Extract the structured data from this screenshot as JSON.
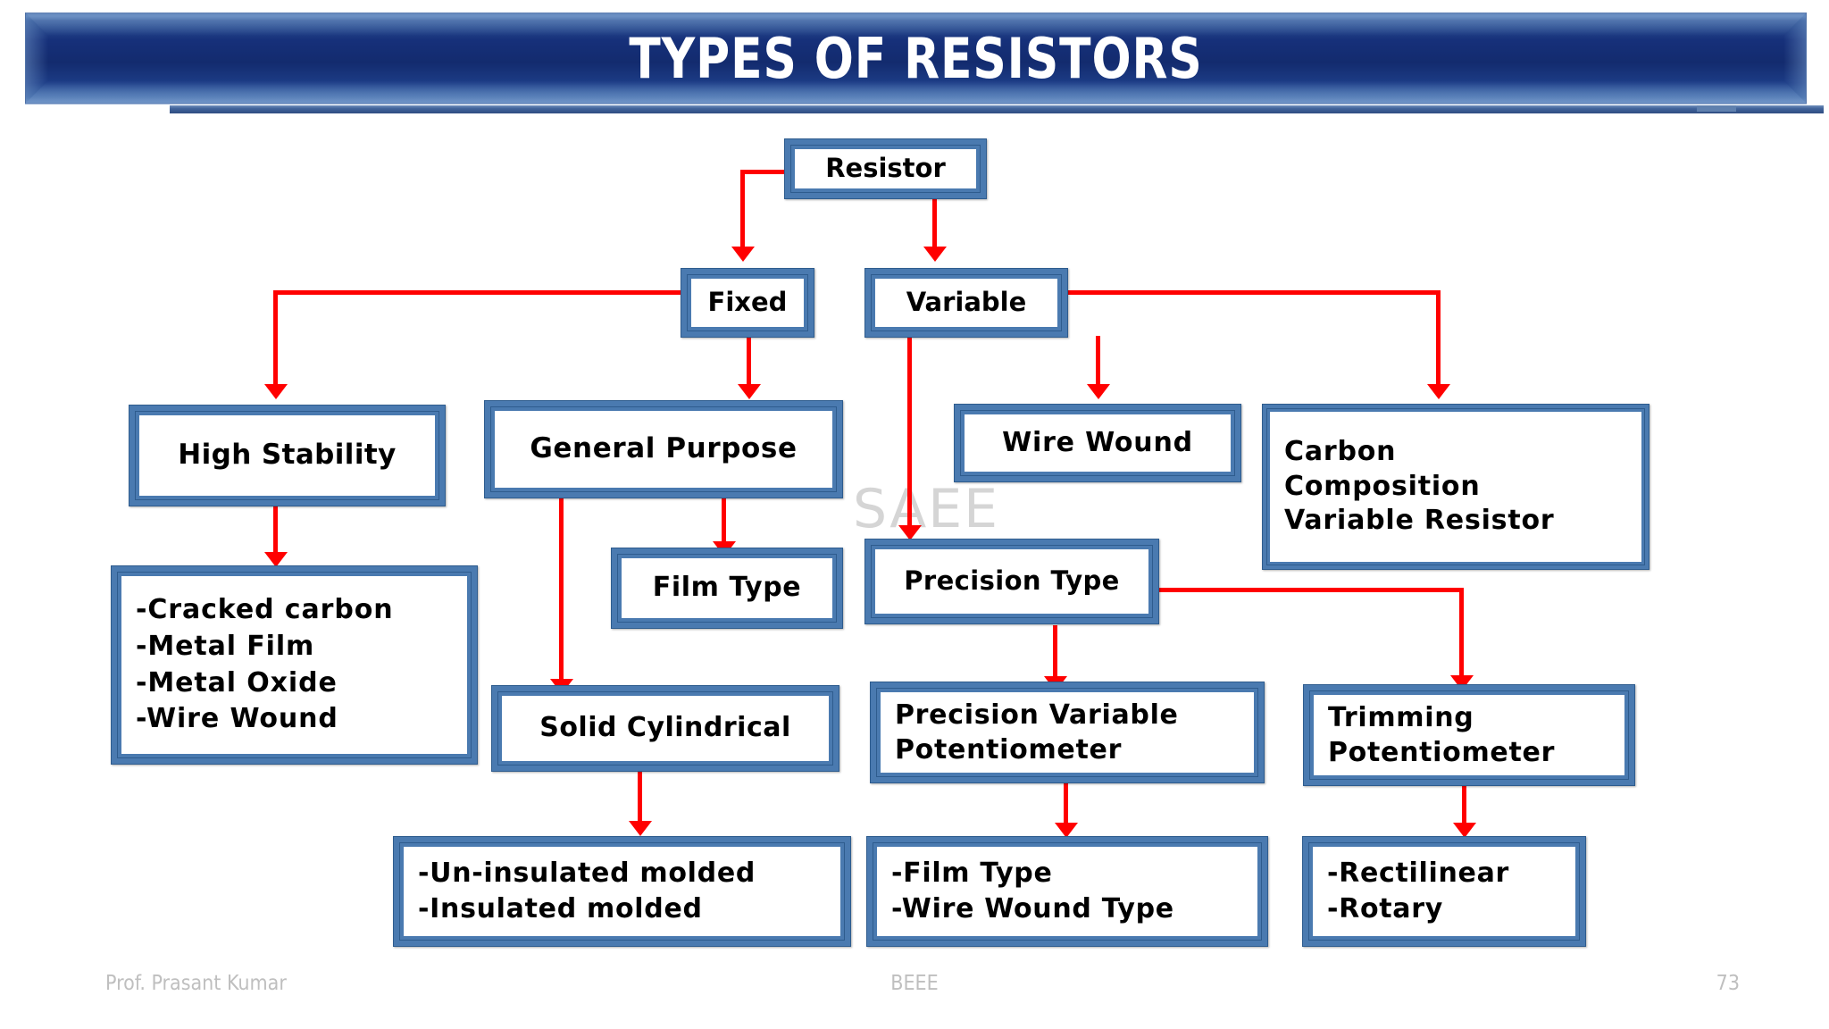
{
  "slide": {
    "title": "TYPES OF RESISTORS",
    "watermark": "SAEE",
    "accent_red": "#ff0000",
    "box_blue": "#4a7ab0",
    "banner_navy": "#16307a"
  },
  "footer": {
    "author": "Prof. Prasant Kumar",
    "subject": "BEEE",
    "page_number": "73"
  },
  "nodes": {
    "resistor": {
      "label": "Resistor"
    },
    "fixed": {
      "label": "Fixed"
    },
    "variable": {
      "label": "Variable"
    },
    "high_stability": {
      "label": "High Stability"
    },
    "general_purpose": {
      "label": "General Purpose"
    },
    "wire_wound": {
      "label": "Wire Wound"
    },
    "carbon_composition": {
      "lines": [
        "Carbon",
        "Composition",
        "Variable Resistor"
      ]
    },
    "high_stability_list": {
      "lines": [
        "-Cracked carbon",
        "-Metal Film",
        "-Metal Oxide",
        "-Wire Wound"
      ]
    },
    "film_type": {
      "label": "Film Type"
    },
    "precision_type": {
      "label": "Precision Type"
    },
    "solid_cylindrical": {
      "label": "Solid Cylindrical"
    },
    "precision_variable": {
      "lines": [
        "Precision Variable",
        "Potentiometer"
      ]
    },
    "trimming_pot": {
      "lines": [
        "Trimming",
        "Potentiometer"
      ]
    },
    "molded_list": {
      "lines": [
        "-Un-insulated molded",
        "-Insulated molded"
      ]
    },
    "film_wire_list": {
      "lines": [
        "-Film Type",
        "-Wire Wound  Type"
      ]
    },
    "rect_rotary_list": {
      "lines": [
        "-Rectilinear",
        "-Rotary"
      ]
    }
  }
}
